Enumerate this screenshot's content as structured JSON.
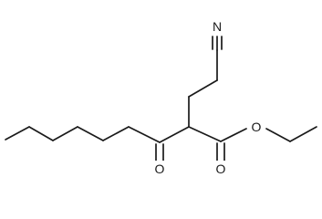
{
  "molecule": {
    "atom_labels": {
      "nitrile_n": "N",
      "ketone_o": "O",
      "ester_carbonyl_o": "O",
      "ester_ether_o": "O"
    }
  }
}
